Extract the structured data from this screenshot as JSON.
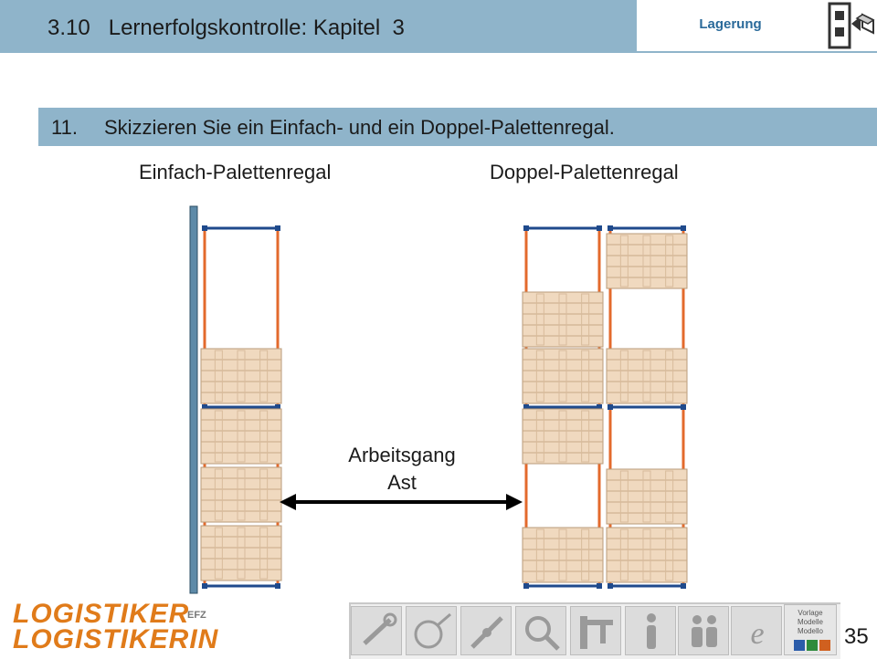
{
  "header": {
    "title": "3.10   Lernerfolgskontrolle: Kapitel  3",
    "tab_label": "Lagerung",
    "exit_icon": "exit-door-icon"
  },
  "question": {
    "number": "11.",
    "text": "Skizzieren Sie ein Einfach- und ein Doppel-Palettenregal."
  },
  "diagram": {
    "left_title": "Einfach-Palettenregal",
    "right_title": "Doppel-Palettenregal",
    "aisle_line1": "Arbeitsgang",
    "aisle_line2": "Ast"
  },
  "logo": {
    "line1": "LOGISTIKER",
    "line2": "LOGISTIKERIN",
    "suffix": "EFZ"
  },
  "nav_icons": [
    "tools-icon",
    "measure-icon",
    "pen-icon",
    "magnifier-icon",
    "caliper-icon",
    "info-person-icon",
    "people-icon",
    "browser-icon"
  ],
  "vorlage": {
    "line1": "Vorlage",
    "line2": "Modelle",
    "line3": "Modello"
  },
  "page_number": "35",
  "colors": {
    "header_bg": "#8fb4ca",
    "rack_post": "#e36a2c",
    "rack_beam": "#1f4a8c",
    "wall": "#5d8aa8",
    "pallet": "#f0d9bf",
    "logo": "#e07b1a"
  }
}
